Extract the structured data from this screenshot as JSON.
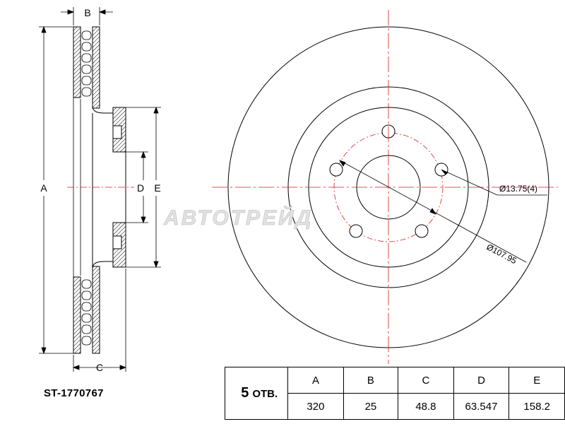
{
  "part_number": "ST-1770767",
  "watermark": "АВТОТРЕЙД",
  "dimension_labels": {
    "a": "A",
    "b": "B",
    "c": "C",
    "d": "D",
    "e": "E"
  },
  "callouts": {
    "bolt_hole": "Ø13.75(4)",
    "pcd": "Ø107.95"
  },
  "specs": {
    "holes_count": "5",
    "holes_unit": "ОТВ.",
    "headers": [
      "A",
      "B",
      "C",
      "D",
      "E"
    ],
    "values": [
      "320",
      "25",
      "48.8",
      "63.547",
      "158.2"
    ]
  },
  "colors": {
    "line": "#000000",
    "centerline": "#d81e1e",
    "watermark": "#c8c8c8"
  }
}
